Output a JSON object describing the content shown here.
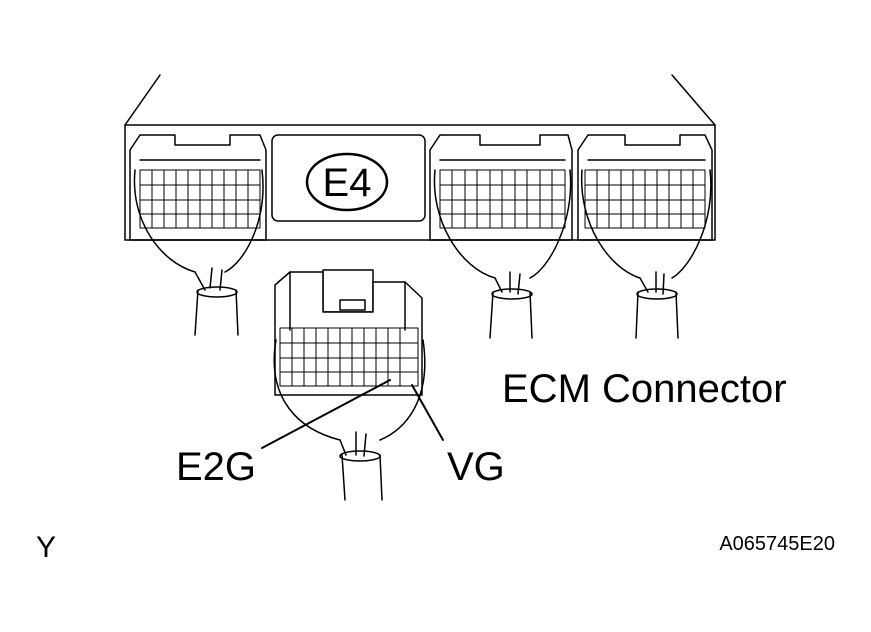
{
  "labels": {
    "connector_id": "E4",
    "caption": "ECM Connector",
    "pin_left": "E2G",
    "pin_right": "VG",
    "corner_mark": "Y",
    "figure_code": "A065745E20"
  },
  "colors": {
    "ink": "#000000",
    "paper": "#ffffff"
  }
}
